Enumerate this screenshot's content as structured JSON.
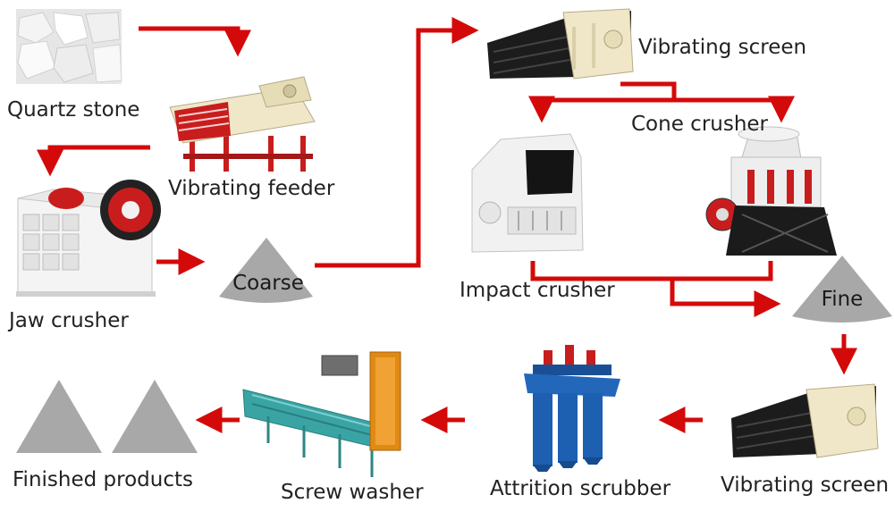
{
  "labels": {
    "quartz_stone": "Quartz stone",
    "vibrating_feeder": "Vibrating feeder",
    "jaw_crusher": "Jaw crusher",
    "coarse": "Coarse",
    "vibrating_screen_top": "Vibrating screen",
    "cone_crusher": "Cone crusher",
    "impact_crusher": "Impact crusher",
    "fine": "Fine",
    "vibrating_screen_bottom": "Vibrating screen",
    "attrition_scrubber": "Attrition scrubber",
    "screw_washer": "Screw washer",
    "finished_products": "Finished products"
  },
  "colors": {
    "arrow": "#d40a0a",
    "pile": "#a8a8a8",
    "machine_cream": "#efe7c8",
    "machine_black": "#1c1c1c",
    "machine_blue": "#1d5fb0",
    "machine_orange": "#e08a14",
    "machine_red": "#c91d1d"
  }
}
